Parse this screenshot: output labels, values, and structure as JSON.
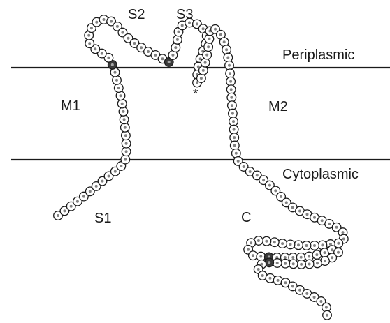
{
  "labels": {
    "s2": "S2",
    "s3": "S3",
    "periplasmic": "Periplasmic",
    "m1": "M1",
    "m2": "M2",
    "cytoplasmic": "Cytoplasmic",
    "s1": "S1",
    "c_terminus": "C",
    "asterisk": "*"
  },
  "colors": {
    "ink": "#1a1a1a",
    "residue_fill": "#ffffff",
    "highlight_fill": "#3a3a3a",
    "membrane_line": "#1a1a1a"
  }
}
